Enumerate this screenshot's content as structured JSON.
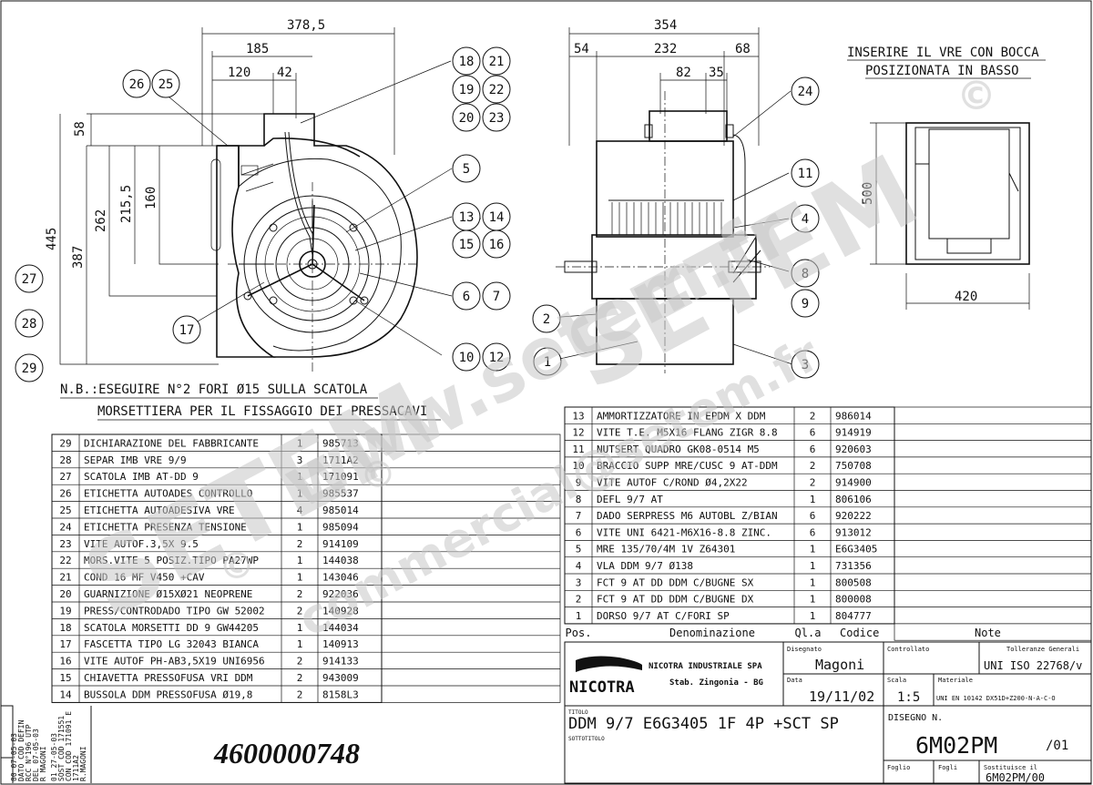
{
  "top_view": {
    "dims": {
      "d1": "378,5",
      "d2": "185",
      "d3": "120",
      "d4": "42",
      "d5": "58",
      "d6": "160",
      "d7": "215,5",
      "d8": "262",
      "d9": "445",
      "d10": "387"
    }
  },
  "side_view": {
    "dims": {
      "d1": "354",
      "d2": "54",
      "d3": "232",
      "d4": "68",
      "d5": "82",
      "d6": "35"
    }
  },
  "right_view": {
    "note_line1": "INSERIRE IL VRE CON BOCCA",
    "note_line2": "POSIZIONATA IN BASSO",
    "dims": {
      "h": "500",
      "w": "420"
    }
  },
  "balloons": {
    "b18": "18",
    "b21": "21",
    "b19": "19",
    "b22": "22",
    "b20": "20",
    "b23": "23",
    "b26": "26",
    "b25": "25",
    "b5": "5",
    "b13": "13",
    "b14": "14",
    "b15": "15",
    "b16": "16",
    "b6": "6",
    "b7": "7",
    "b17": "17",
    "b10": "10",
    "b12": "12",
    "b27": "27",
    "b28": "28",
    "b29": "29",
    "b24": "24",
    "b11": "11",
    "b4": "4",
    "b8": "8",
    "b9": "9",
    "b2": "2",
    "b1": "1",
    "b3": "3"
  },
  "nb_note": {
    "line1": "N.B.:ESEGUIRE N°2 FORI Ø15 SULLA SCATOLA",
    "line2": "MORSETTIERA PER IL FISSAGGIO DEI PRESSACAVI"
  },
  "left_bom": [
    {
      "pos": "29",
      "desc": "DICHIARAZIONE DEL FABBRICANTE",
      "qty": "1",
      "code": "985713"
    },
    {
      "pos": "28",
      "desc": "SEPAR IMB VRE 9/9",
      "qty": "3",
      "code": "1711A2"
    },
    {
      "pos": "27",
      "desc": "SCATOLA IMB AT-DD 9",
      "qty": "1",
      "code": "171091"
    },
    {
      "pos": "26",
      "desc": "ETICHETTA AUTOADES CONTROLLO",
      "qty": "1",
      "code": "985537"
    },
    {
      "pos": "25",
      "desc": "ETICHETTA AUTOADESIVA VRE",
      "qty": "4",
      "code": "985014"
    },
    {
      "pos": "24",
      "desc": "ETICHETTA PRESENZA TENSIONE",
      "qty": "1",
      "code": "985094"
    },
    {
      "pos": "23",
      "desc": "VITE AUTOF.3,5X 9.5",
      "qty": "2",
      "code": "914109"
    },
    {
      "pos": "22",
      "desc": "MORS.VITE 5 POSIZ.TIPO PA27WP",
      "qty": "1",
      "code": "144038"
    },
    {
      "pos": "21",
      "desc": "COND 16   MF V450 +CAV",
      "qty": "1",
      "code": "143046"
    },
    {
      "pos": "20",
      "desc": "GUARNIZIONE Ø15XØ21 NEOPRENE",
      "qty": "2",
      "code": "922036"
    },
    {
      "pos": "19",
      "desc": "PRESS/CONTRODADO TIPO GW 52002",
      "qty": "2",
      "code": "140928"
    },
    {
      "pos": "18",
      "desc": "SCATOLA MORSETTI  DD 9  GW44205",
      "qty": "1",
      "code": "144034"
    },
    {
      "pos": "17",
      "desc": "FASCETTA TIPO LG 32043 BIANCA",
      "qty": "1",
      "code": "140913"
    },
    {
      "pos": "16",
      "desc": "VITE AUTOF PH-AB3,5X19 UNI6956",
      "qty": "2",
      "code": "914133"
    },
    {
      "pos": "15",
      "desc": "CHIAVETTA PRESSOFUSA VRI DDM",
      "qty": "2",
      "code": "943009"
    },
    {
      "pos": "14",
      "desc": "BUSSOLA DDM PRESSOFUSA Ø19,8",
      "qty": "2",
      "code": "8158L3"
    }
  ],
  "right_bom": [
    {
      "pos": "13",
      "desc": "AMMORTIZZATORE IN EPDM X DDM",
      "qty": "2",
      "code": "986014"
    },
    {
      "pos": "12",
      "desc": "VITE T.E. M5X16 FLANG ZIGR 8.8",
      "qty": "6",
      "code": "914919"
    },
    {
      "pos": "11",
      "desc": "NUTSERT QUADRO GK08-0514 M5",
      "qty": "6",
      "code": "920603"
    },
    {
      "pos": "10",
      "desc": "BRACCIO SUPP MRE/CUSC 9 AT-DDM",
      "qty": "2",
      "code": "750708"
    },
    {
      "pos": "9",
      "desc": "VITE AUTOF C/ROND Ø4,2X22",
      "qty": "2",
      "code": "914900"
    },
    {
      "pos": "8",
      "desc": "DEFL 9/7 AT",
      "qty": "1",
      "code": "806106"
    },
    {
      "pos": "7",
      "desc": "DADO SERPRESS M6 AUTOBL Z/BIAN",
      "qty": "6",
      "code": "920222"
    },
    {
      "pos": "6",
      "desc": "VITE UNI 6421-M6X16-8.8 ZINC.",
      "qty": "6",
      "code": "913012"
    },
    {
      "pos": "5",
      "desc": "MRE 135/70/4M 1V Z64301",
      "qty": "1",
      "code": "E6G3405"
    },
    {
      "pos": "4",
      "desc": "VLA DDM 9/7 Ø138",
      "qty": "1",
      "code": "731356"
    },
    {
      "pos": "3",
      "desc": "FCT 9 AT DD DDM C/BUGNE SX",
      "qty": "1",
      "code": "800508"
    },
    {
      "pos": "2",
      "desc": "FCT 9 AT DD DDM C/BUGNE DX",
      "qty": "1",
      "code": "800008"
    },
    {
      "pos": "1",
      "desc": "DORSO 9/7 AT C/FORI SP",
      "qty": "1",
      "code": "804777"
    }
  ],
  "bom_header": {
    "pos": "Pos.",
    "desc": "Denominazione",
    "qty": "Ql.a",
    "code": "Codice",
    "note": "Note"
  },
  "title_block": {
    "company": "NICOTRA INDUSTRIALE SPA",
    "address": "Stab. Zingonia - BG",
    "logo": "NICOTRA",
    "drawn_label": "Disegnato",
    "drawn": "Magoni",
    "checked_label": "Controllato",
    "tol_label": "Tolleranze Generali",
    "tol": "UNI ISO 22768/v",
    "date_label": "Data",
    "date": "19/11/02",
    "scale_label": "Scala",
    "scale": "1:5",
    "material_label": "Materiale",
    "material": "UNI EN 10142 DX51D+Z200-N-A-C-O",
    "title_label": "TITOLO",
    "title": "DDM 9/7 E6G3405 1F 4P +SCT SP",
    "subtitle_label": "SOTTOTITOLO",
    "drawing_label": "DISEGNO N.",
    "drawing": "6M02PM",
    "rev": "/01",
    "sheet_label": "Foglio",
    "sheets_label": "Fogli",
    "replaces_label": "Sostituisce il",
    "replaces": "6M02PM/00"
  },
  "revisions": {
    "r0": "00  07-05-03",
    "r0b": "DATO COD DEFIN",
    "r0c": "RCC N°196 UTP",
    "r0d": "DEL 07-05-03",
    "r0e": "R MAGONI",
    "r1": "01  27-05-03",
    "r1b": "SOST COD 171551",
    "r1c": "CON COD 171091 E",
    "r1d": "1711A2",
    "r1e": "R.MAGONI"
  },
  "part_number": "4600000748",
  "watermarks": {
    "w1": "www.setem.fr",
    "w2": "SETEM",
    "w3": "commercial@setem.fr",
    "w4": "SETEM",
    "w5": "©",
    "w6": "©",
    "w7": "©"
  }
}
